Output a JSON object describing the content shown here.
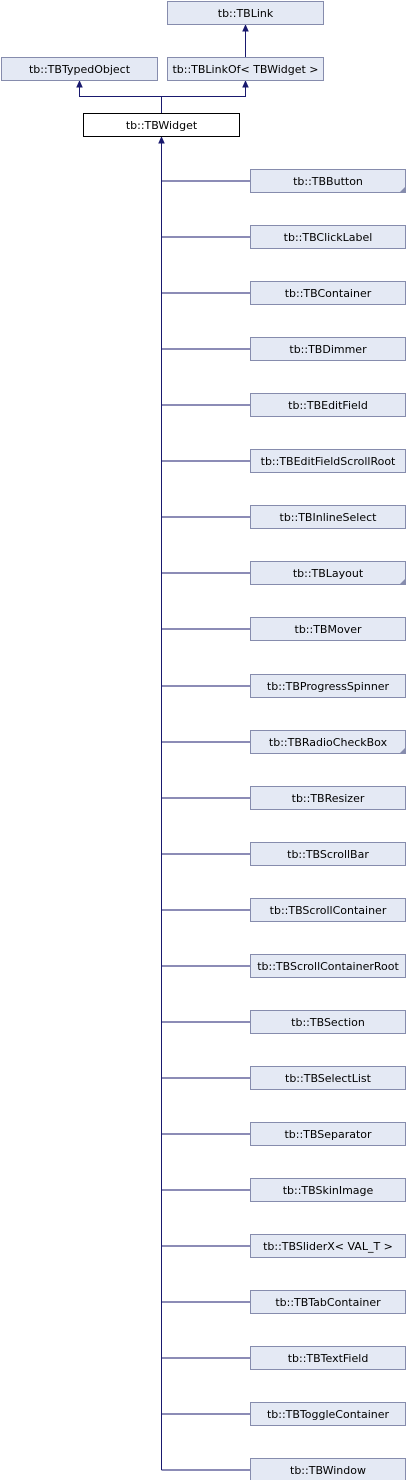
{
  "diagram": {
    "type": "inheritance-graph",
    "colors": {
      "node_fill": "#e4e9f4",
      "node_border": "#868cad",
      "current_fill": "#ffffff",
      "current_border": "#000000",
      "edge": "#19196e"
    },
    "nodes": [
      {
        "id": "tblink",
        "label": "tb::TBLink",
        "role": "base"
      },
      {
        "id": "tbtypedobject",
        "label": "tb::TBTypedObject",
        "role": "base"
      },
      {
        "id": "tblinkof",
        "label": "tb::TBLinkOf< TBWidget >",
        "role": "base"
      },
      {
        "id": "tbwidget",
        "label": "tb::TBWidget",
        "role": "current"
      },
      {
        "id": "tbbutton",
        "label": "tb::TBButton",
        "role": "derived",
        "has_more_children": true
      },
      {
        "id": "tbclicklabel",
        "label": "tb::TBClickLabel",
        "role": "derived",
        "has_more_children": false
      },
      {
        "id": "tbcontainer",
        "label": "tb::TBContainer",
        "role": "derived",
        "has_more_children": false
      },
      {
        "id": "tbdimmer",
        "label": "tb::TBDimmer",
        "role": "derived",
        "has_more_children": false
      },
      {
        "id": "tbeditfield",
        "label": "tb::TBEditField",
        "role": "derived",
        "has_more_children": false
      },
      {
        "id": "tbeditfieldscrollroot",
        "label": "tb::TBEditFieldScrollRoot",
        "role": "derived",
        "has_more_children": false
      },
      {
        "id": "tbinlineselect",
        "label": "tb::TBInlineSelect",
        "role": "derived",
        "has_more_children": false
      },
      {
        "id": "tblayout",
        "label": "tb::TBLayout",
        "role": "derived",
        "has_more_children": true
      },
      {
        "id": "tbmover",
        "label": "tb::TBMover",
        "role": "derived",
        "has_more_children": false
      },
      {
        "id": "tbprogressspinner",
        "label": "tb::TBProgressSpinner",
        "role": "derived",
        "has_more_children": false
      },
      {
        "id": "tbradiocheckbox",
        "label": "tb::TBRadioCheckBox",
        "role": "derived",
        "has_more_children": true
      },
      {
        "id": "tbresizer",
        "label": "tb::TBResizer",
        "role": "derived",
        "has_more_children": false
      },
      {
        "id": "tbscrollbar",
        "label": "tb::TBScrollBar",
        "role": "derived",
        "has_more_children": false
      },
      {
        "id": "tbscrollcontainer",
        "label": "tb::TBScrollContainer",
        "role": "derived",
        "has_more_children": false
      },
      {
        "id": "tbscrollcontainerroot",
        "label": "tb::TBScrollContainerRoot",
        "role": "derived",
        "has_more_children": false
      },
      {
        "id": "tbsection",
        "label": "tb::TBSection",
        "role": "derived",
        "has_more_children": false
      },
      {
        "id": "tbselectlist",
        "label": "tb::TBSelectList",
        "role": "derived",
        "has_more_children": false
      },
      {
        "id": "tbseparator",
        "label": "tb::TBSeparator",
        "role": "derived",
        "has_more_children": false
      },
      {
        "id": "tbskinimage",
        "label": "tb::TBSkinImage",
        "role": "derived",
        "has_more_children": false
      },
      {
        "id": "tbsliderx",
        "label": "tb::TBSliderX< VAL_T >",
        "role": "derived",
        "has_more_children": false
      },
      {
        "id": "tbtabcontainer",
        "label": "tb::TBTabContainer",
        "role": "derived",
        "has_more_children": false
      },
      {
        "id": "tbtextfield",
        "label": "tb::TBTextField",
        "role": "derived",
        "has_more_children": false
      },
      {
        "id": "tbtogglecontainer",
        "label": "tb::TBToggleContainer",
        "role": "derived",
        "has_more_children": false
      },
      {
        "id": "tbwindow",
        "label": "tb::TBWindow",
        "role": "derived",
        "has_more_children": false
      }
    ],
    "edges": [
      {
        "from": "tblinkof",
        "to": "tblink"
      },
      {
        "from": "tbwidget",
        "to": "tbtypedobject"
      },
      {
        "from": "tbwidget",
        "to": "tblinkof"
      },
      {
        "from": "tbbutton",
        "to": "tbwidget"
      },
      {
        "from": "tbclicklabel",
        "to": "tbwidget"
      },
      {
        "from": "tbcontainer",
        "to": "tbwidget"
      },
      {
        "from": "tbdimmer",
        "to": "tbwidget"
      },
      {
        "from": "tbeditfield",
        "to": "tbwidget"
      },
      {
        "from": "tbeditfieldscrollroot",
        "to": "tbwidget"
      },
      {
        "from": "tbinlineselect",
        "to": "tbwidget"
      },
      {
        "from": "tblayout",
        "to": "tbwidget"
      },
      {
        "from": "tbmover",
        "to": "tbwidget"
      },
      {
        "from": "tbprogressspinner",
        "to": "tbwidget"
      },
      {
        "from": "tbradiocheckbox",
        "to": "tbwidget"
      },
      {
        "from": "tbresizer",
        "to": "tbwidget"
      },
      {
        "from": "tbscrollbar",
        "to": "tbwidget"
      },
      {
        "from": "tbscrollcontainer",
        "to": "tbwidget"
      },
      {
        "from": "tbscrollcontainerroot",
        "to": "tbwidget"
      },
      {
        "from": "tbsection",
        "to": "tbwidget"
      },
      {
        "from": "tbselectlist",
        "to": "tbwidget"
      },
      {
        "from": "tbseparator",
        "to": "tbwidget"
      },
      {
        "from": "tbskinimage",
        "to": "tbwidget"
      },
      {
        "from": "tbsliderx",
        "to": "tbwidget"
      },
      {
        "from": "tbtabcontainer",
        "to": "tbwidget"
      },
      {
        "from": "tbtextfield",
        "to": "tbwidget"
      },
      {
        "from": "tbtogglecontainer",
        "to": "tbwidget"
      },
      {
        "from": "tbwindow",
        "to": "tbwidget"
      }
    ]
  }
}
